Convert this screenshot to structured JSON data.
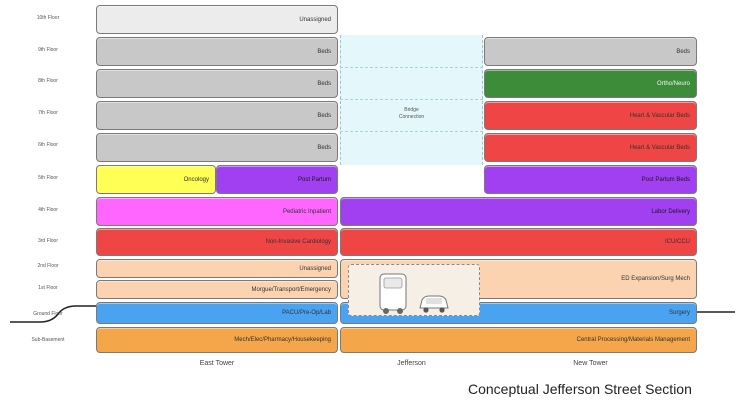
{
  "floor_labels": [
    "10th Floor",
    "9th Floor",
    "8th Floor",
    "7th Floor",
    "6th Floor",
    "5th Floor",
    "4th Floor",
    "3rd Floor",
    "2nd Floor",
    "1st Floor",
    "Ground Floor",
    "Sub-Basement"
  ],
  "east_tower": {
    "label": "East Tower",
    "blocks": [
      "Unassigned",
      "Beds",
      "Beds",
      "Beds",
      "Beds",
      "Oncology",
      "Post Partum",
      "Pediatric Inpatient",
      "Non-Invasive Cardiology",
      "Unassigned",
      "Morgue/Transport/Emergency",
      "PACU/Pre-Op/Lab",
      "Mech/Elec/Pharmacy/Housekeeping"
    ]
  },
  "jefferson": {
    "label": "Jefferson",
    "bridge_label_1": "Bridge",
    "bridge_label_2": "Connection"
  },
  "shared": {
    "labor": "Labor Delivery",
    "icu": "ICU/CCU",
    "surgery": "Surgery",
    "central": "Central Processing/Materials Management"
  },
  "new_tower": {
    "label": "New Tower",
    "blocks": [
      "Beds",
      "Ortho/Neuro",
      "Heart & Vascular Beds",
      "Heart & Vascular Beds",
      "Post Partum Beds",
      "ED Expansion/Surg Mech"
    ]
  },
  "caption": "Conceptual Jefferson Street Section",
  "colors": {
    "gray": "#c8c8c8",
    "unassigned": "#ececec",
    "green": "#3c8c3a",
    "red": "#f04545",
    "purple": "#a040f0",
    "yellow": "#ffff55",
    "magenta": "#ff66ff",
    "peach": "#fbd3b0",
    "blue": "#4aa3f0",
    "orange": "#f5a54a",
    "bridge": "#e4f7fb"
  }
}
